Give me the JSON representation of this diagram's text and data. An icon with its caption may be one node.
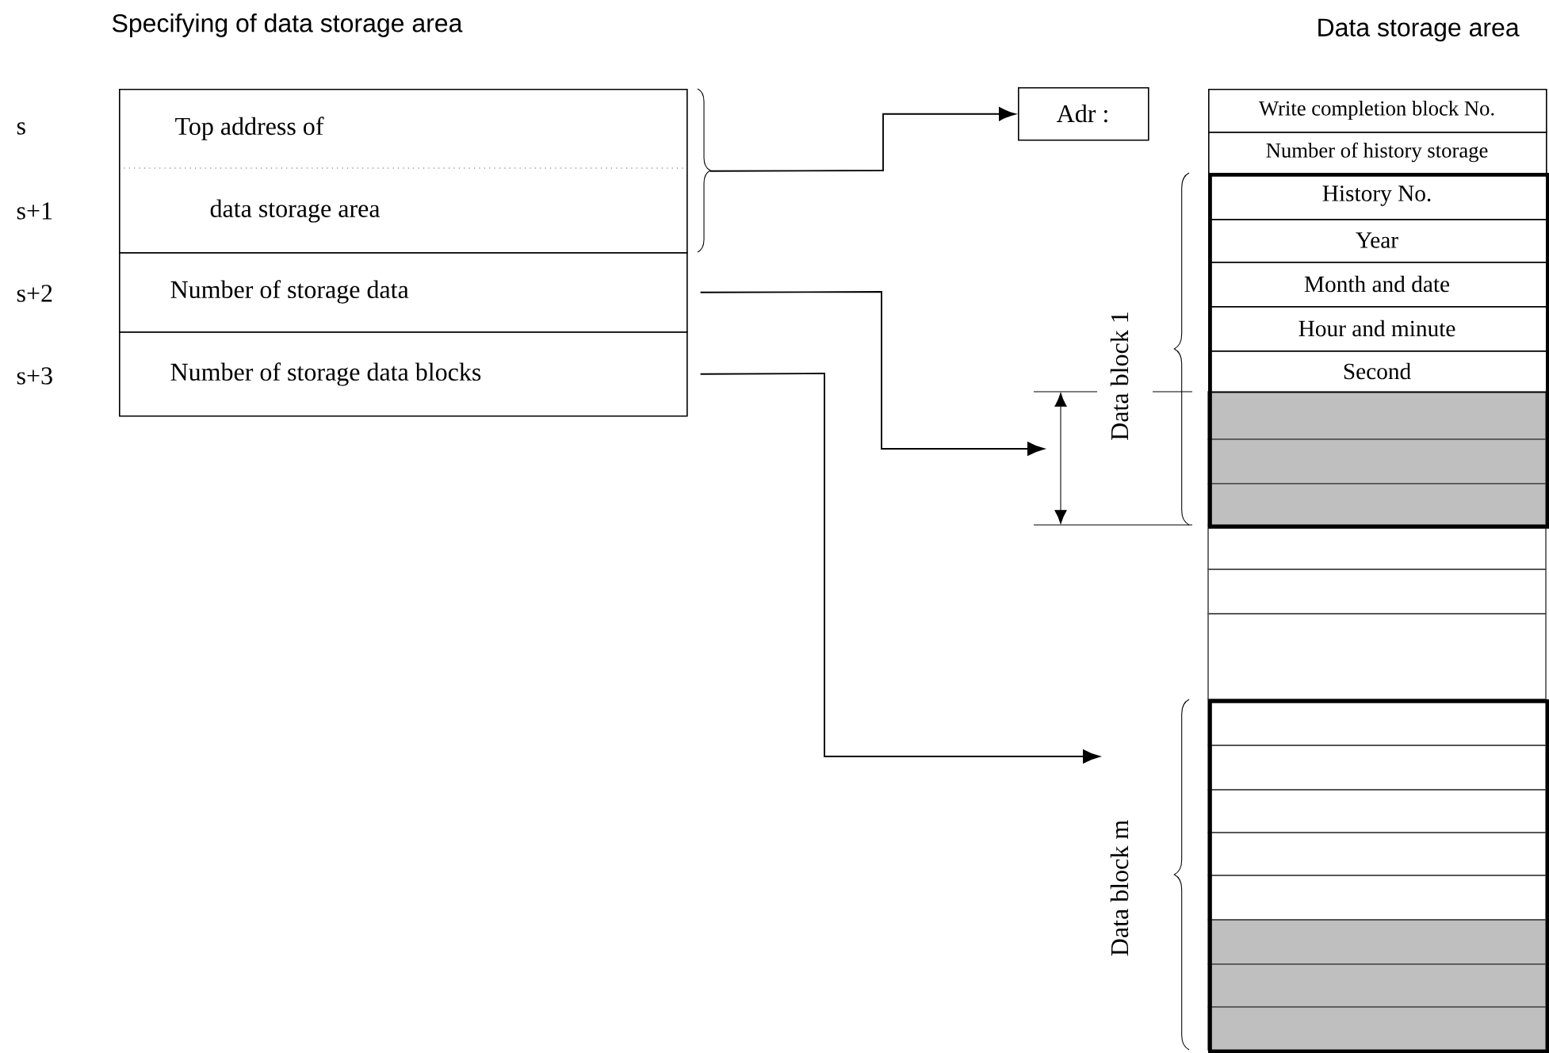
{
  "diagram": {
    "title": "Specifying of data storage area",
    "nodes": [
      {
        "text": [
          "Top address of",
          "data storage area"
        ]
      },
      {
        "text": [
          "Number of storage data"
        ]
      },
      {
        "text": [
          "Number of storage data blocks"
        ]
      },
      {
        "text": [
          "Adr :"
        ]
      },
      {
        "text": [
          "Write completion block No."
        ]
      },
      {
        "text": [
          "Number of history storage"
        ]
      },
      {
        "text": [],
        "shape": "box",
        "beside": [
          "Data block 1"
        ]
      },
      {
        "text": [
          "History No."
        ],
        "in": 6
      },
      {
        "text": [
          "Year"
        ],
        "in": 6
      },
      {
        "text": [
          "Month and date"
        ],
        "in": 6
      },
      {
        "text": [
          "Hour and minute"
        ],
        "in": 6
      },
      {
        "text": [
          "Second"
        ],
        "in": 6
      },
      {
        "text": [],
        "shape": "box",
        "beside": [
          "Data block m"
        ]
      }
    ],
    "edges": [
      {
        "from": 0,
        "to": 3,
        "arrow": "to"
      },
      {
        "from": 1,
        "to": null,
        "arrow": "to"
      },
      {
        "from": 2,
        "to": null,
        "arrow": "to"
      }
    ],
    "labels": [
      "Data storage area",
      "s",
      "s+1",
      "s+2",
      "s+3"
    ]
  }
}
